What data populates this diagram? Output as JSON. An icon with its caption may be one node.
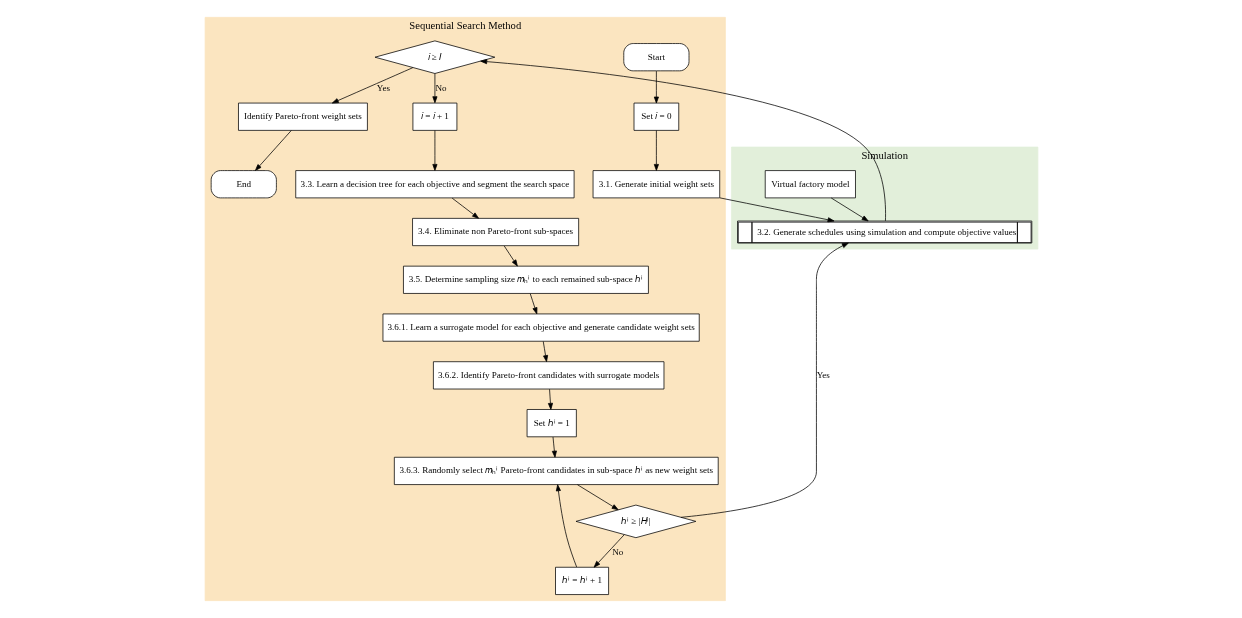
{
  "diagram": {
    "nodes": [
      {
        "text": [
          "Sequential Search Method"
        ]
      },
      {
        "text": [
          "Simulation"
        ]
      },
      {
        "text": [
          "Start"
        ],
        "in": 0
      },
      {
        "text": [
          "Set 𝑖 = 0"
        ],
        "in": 0
      },
      {
        "text": [
          "3.1. Generate initial weight sets"
        ],
        "in": 0
      },
      {
        "text": [
          "Virtual factory model"
        ],
        "in": 1
      },
      {
        "text": [
          "3.2. Generate schedules using simulation and compute objective values"
        ],
        "in": 1
      },
      {
        "text": [
          "Identify Pareto-front weight sets"
        ],
        "in": 0
      },
      {
        "text": [
          "𝑖 ≥ 𝐼"
        ],
        "in": 0
      },
      {
        "text": [
          "End"
        ],
        "in": 0
      },
      {
        "text": [
          "𝑖 = 𝑖 + 1"
        ],
        "in": 0
      },
      {
        "text": [
          "3.3. Learn a decision tree for each objective and segment the search space"
        ],
        "in": 0
      },
      {
        "text": [
          "3.4. Eliminate non Pareto-front sub-spaces"
        ],
        "in": 0
      },
      {
        "text": [
          "3.5. Determine sampling size 𝑚ₕⁱ to each remained sub-space ℎⁱ"
        ],
        "in": 0
      },
      {
        "text": [
          "3.6.1. Learn a surrogate model for each objective and generate candidate weight sets"
        ],
        "in": 0
      },
      {
        "text": [
          "3.6.2. Identify Pareto-front candidates with surrogate models"
        ],
        "in": 0
      },
      {
        "text": [
          "Set ℎⁱ = 1"
        ],
        "in": 0
      },
      {
        "text": [
          "ℎⁱ ≥ |𝐻ⁱ|"
        ],
        "in": 0
      },
      {
        "text": [
          "ℎⁱ = ℎⁱ + 1"
        ],
        "in": 0
      },
      {
        "text": [
          "3.6.3. Randomly select 𝑚ₕⁱ Pareto-front candidates in sub-space ℎⁱ as new weight sets"
        ],
        "in": 0
      }
    ],
    "edges": [
      {
        "from": 2,
        "to": 3,
        "arrow": "to"
      },
      {
        "from": 3,
        "to": 4,
        "arrow": "to"
      },
      {
        "from": 4,
        "to": 6,
        "arrow": "to"
      },
      {
        "from": 5,
        "to": 6,
        "arrow": "to"
      },
      {
        "from": 6,
        "to": 8,
        "arrow": "to"
      },
      {
        "from": 8,
        "to": 7,
        "arrow": "to",
        "label": "Yes"
      },
      {
        "from": 8,
        "to": 10,
        "arrow": "to",
        "label": "No"
      },
      {
        "from": 7,
        "to": 9,
        "arrow": "to"
      },
      {
        "from": 10,
        "to": 11,
        "arrow": "to"
      },
      {
        "from": 11,
        "to": 12,
        "arrow": "to"
      },
      {
        "from": 12,
        "to": 13,
        "arrow": "to"
      },
      {
        "from": 13,
        "to": 14,
        "arrow": "to"
      },
      {
        "from": 14,
        "to": 15,
        "arrow": "to"
      },
      {
        "from": 15,
        "to": 16,
        "arrow": "to"
      },
      {
        "from": 16,
        "to": 19,
        "arrow": "to"
      },
      {
        "from": 19,
        "to": 17,
        "arrow": "to"
      },
      {
        "from": 17,
        "to": 6,
        "arrow": "to",
        "label": "Yes"
      },
      {
        "from": 17,
        "to": 18,
        "arrow": "to",
        "label": "No"
      },
      {
        "from": 18,
        "to": 19,
        "arrow": "to"
      }
    ]
  }
}
